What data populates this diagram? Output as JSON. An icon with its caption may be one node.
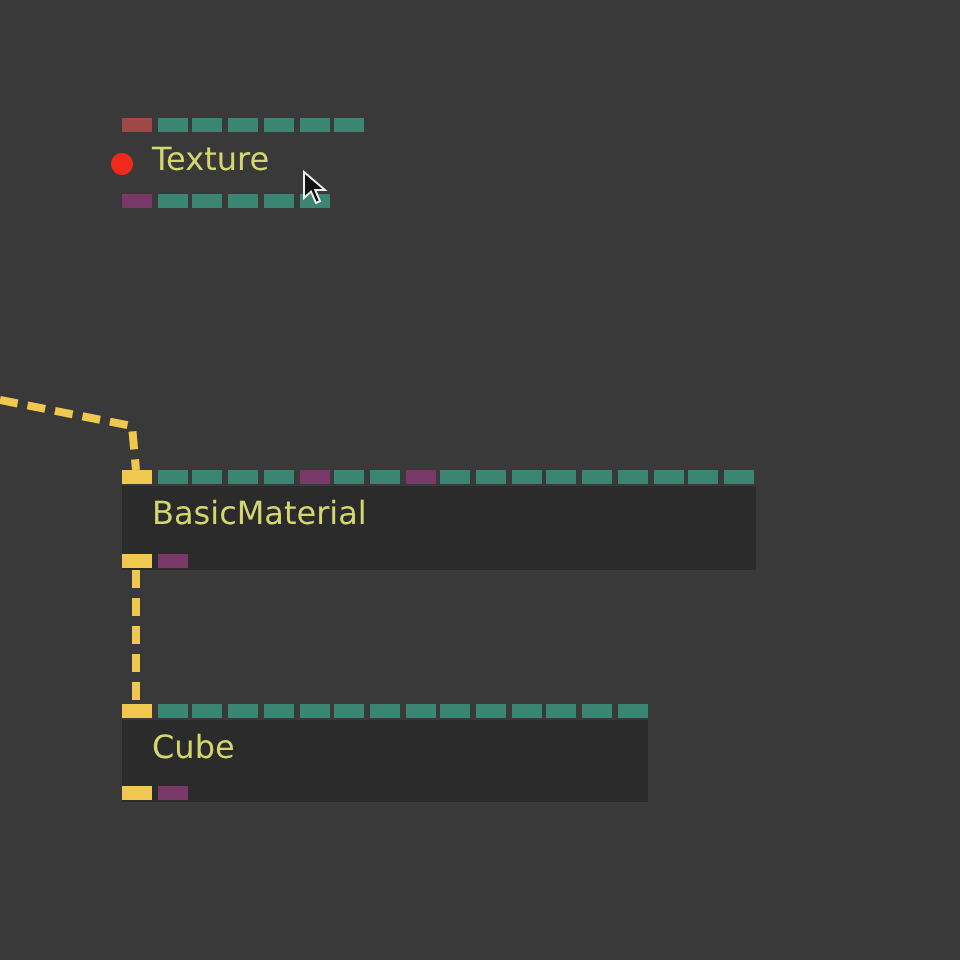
{
  "diagram": {
    "nodes": [
      {
        "text": [
          "Texture"
        ]
      },
      {
        "text": [
          "BasicMaterial"
        ]
      },
      {
        "text": [
          "Cube"
        ]
      }
    ],
    "edges": [
      {
        "from": null,
        "to": 1,
        "arrow": "none",
        "color": "#f0c850"
      },
      {
        "from": 1,
        "to": 2,
        "arrow": "none",
        "color": "#f0c850"
      }
    ]
  }
}
